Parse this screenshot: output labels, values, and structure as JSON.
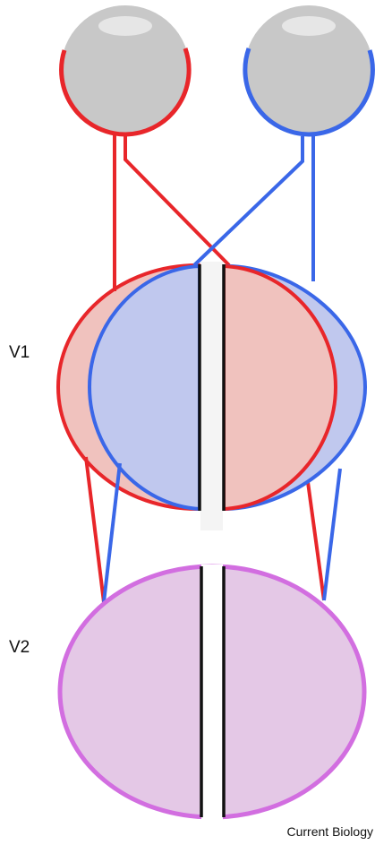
{
  "labels": {
    "v1": "V1",
    "v2": "V2",
    "credit": "Current Biology"
  },
  "colors": {
    "left_eye_pathway": "#e8262a",
    "right_eye_pathway": "#3a67e8",
    "eyeball": "#c8c8c8",
    "eye_highlight": "#e6e6e6",
    "v1_left_eye_fill": "#f0c2be",
    "v1_right_eye_fill": "#c0c8ee",
    "v2_fill": "#e4c8e6",
    "v2_outline": "#d26ee0",
    "midline": "#111111"
  }
}
